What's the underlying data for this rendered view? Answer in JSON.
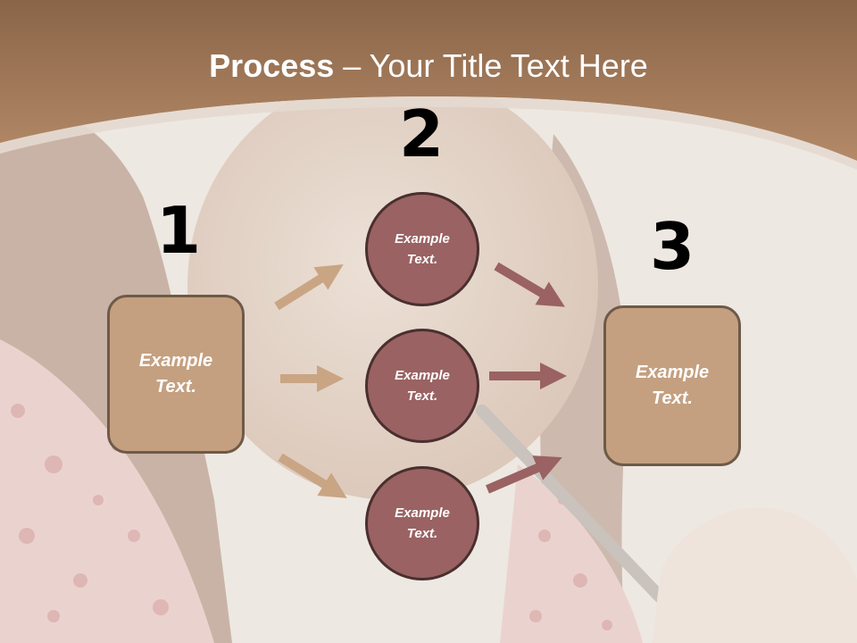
{
  "title": {
    "bold": "Process",
    "rest": " – Your Title Text Here"
  },
  "steps": [
    {
      "number": "1",
      "text": "Example Text."
    },
    {
      "number": "2",
      "text": "Example Text."
    },
    {
      "number": "3",
      "text": "Example Text."
    }
  ],
  "middle_nodes": [
    {
      "text": "Example Text."
    },
    {
      "text": "Example Text."
    },
    {
      "text": "Example Text."
    }
  ],
  "colors": {
    "header": "#a57a58",
    "box_fill": "#c4a080",
    "box_border": "#6e5a48",
    "circle_fill": "#9a6262",
    "circle_border": "#4a2f2f",
    "arrow_left": "#c9a584",
    "arrow_right": "#9a6262"
  }
}
